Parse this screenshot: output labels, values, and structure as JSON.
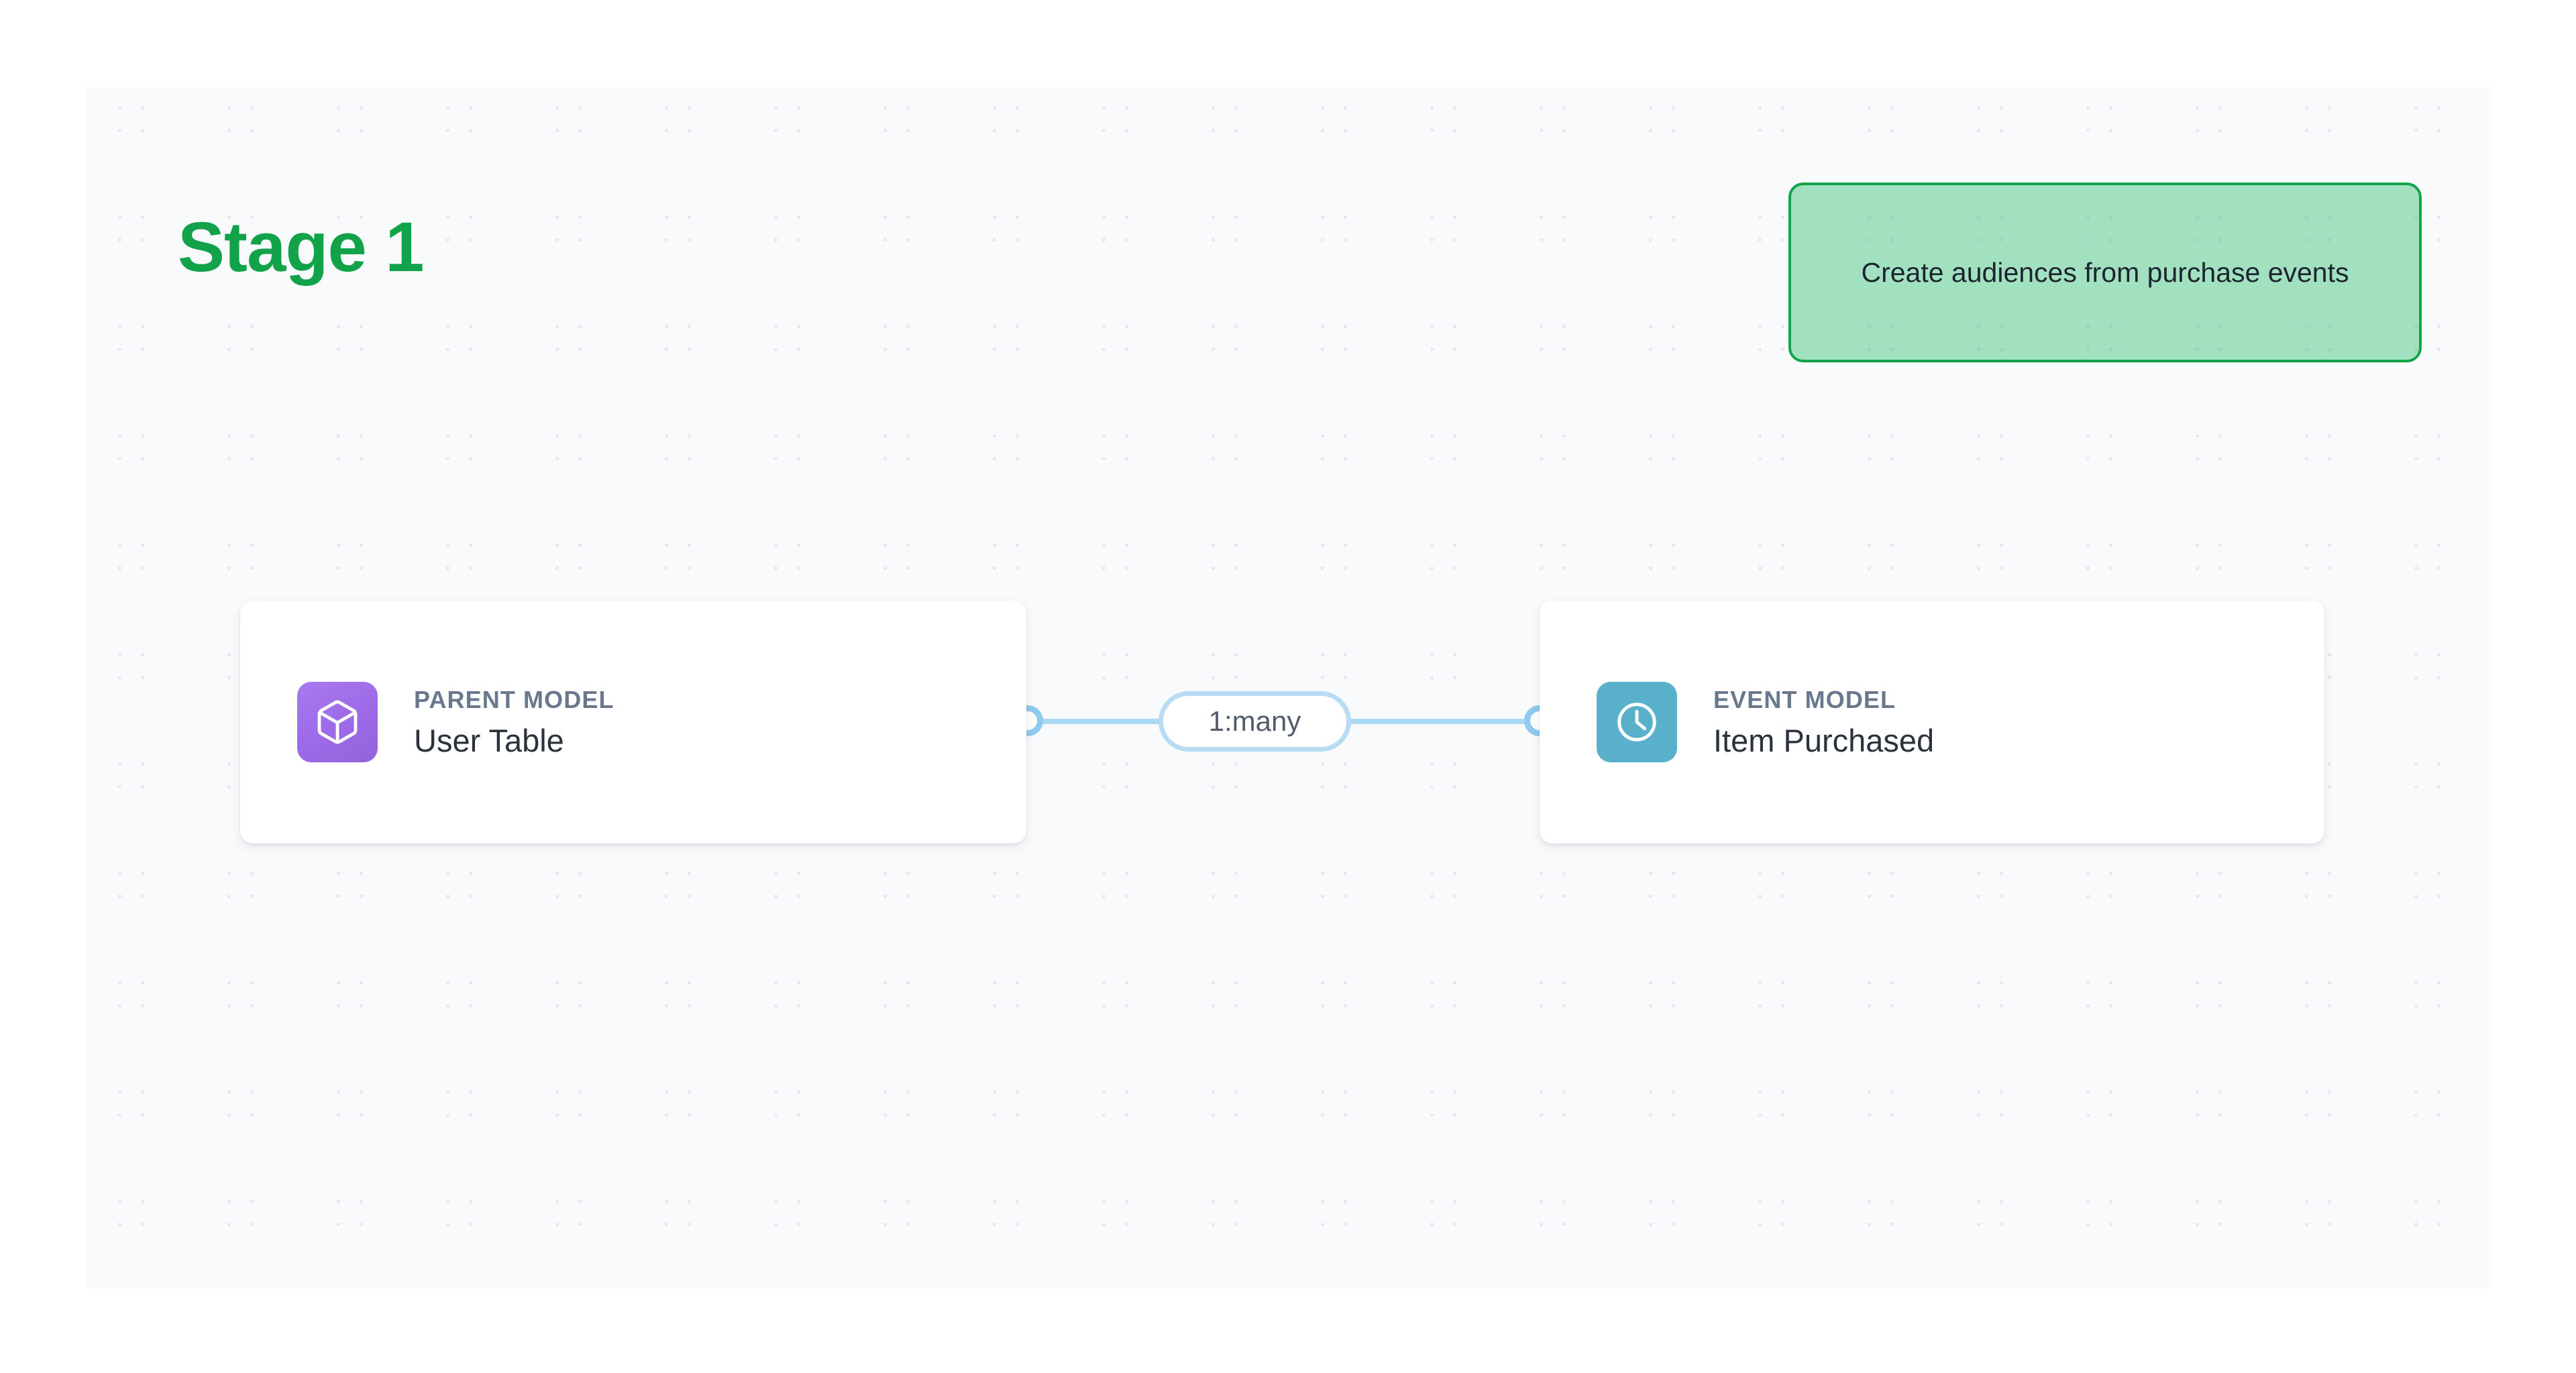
{
  "canvas": {
    "background_color": "#F9FAFC",
    "dot_color": "#E6E9EF"
  },
  "stage": {
    "title": "Stage 1",
    "title_color": "#12A34A"
  },
  "callout": {
    "text": "Create audiences from purchase events",
    "fill_color": "#8EDCAC",
    "border_color": "#13A34A",
    "text_color": "#1C2430"
  },
  "nodes": [
    {
      "id": "parent-model",
      "kicker": "PARENT MODEL",
      "title": "User Table",
      "icon": "cube-icon",
      "icon_color": "#9D6AE8",
      "kicker_color": "#69788C",
      "title_color": "#2B323E"
    },
    {
      "id": "event-model",
      "kicker": "EVENT MODEL",
      "title": "Item Purchased",
      "icon": "clock-icon",
      "icon_color": "#59B0CB",
      "kicker_color": "#69788C",
      "title_color": "#2B323E"
    }
  ],
  "edge": {
    "label": "1:many",
    "line_color": "#ABD8F2",
    "handle_color": "#8FCBEE",
    "label_text_color": "#525C6B",
    "label_border_color": "#B7DCF4",
    "source": "parent-model",
    "target": "event-model"
  }
}
